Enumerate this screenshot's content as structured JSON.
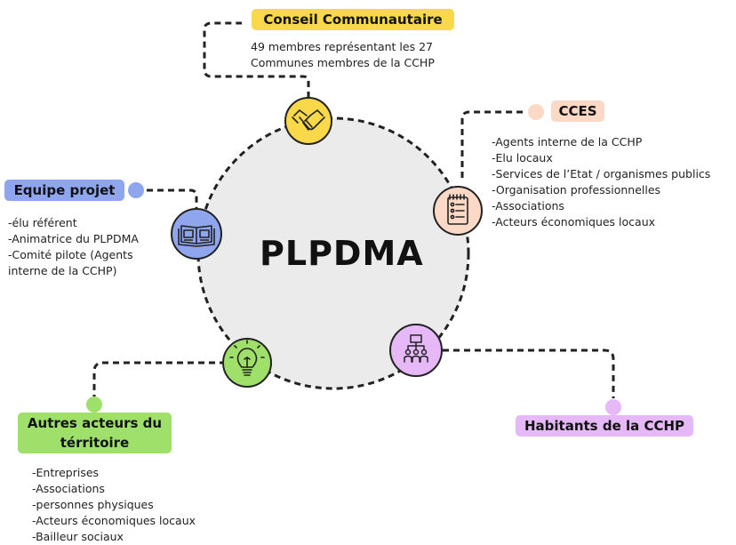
{
  "center": {
    "title": "PLPDMA"
  },
  "nodes": {
    "conseil": {
      "label": "Conseil Communautaire",
      "lines": [
        "49 membres représentant les 27",
        "Communes membres de la CCHP"
      ],
      "icon": "handshake-icon",
      "color": "#f9d84a"
    },
    "cces": {
      "label": "CCES",
      "lines": [
        "-Agents interne de la CCHP",
        "-Elu locaux",
        "-Services de l’Etat / organismes publics",
        "-Organisation professionnelles",
        "-Associations",
        "-Acteurs économiques locaux"
      ],
      "icon": "checklist-icon",
      "color": "#fcd8c6"
    },
    "equipe": {
      "label": "Equipe projet",
      "lines": [
        "-élu référent",
        "-Animatrice du PLPDMA",
        "-Comité pilote (Agents",
        "interne de la CCHP)"
      ],
      "icon": "book-icon",
      "color": "#8fa6ef"
    },
    "autres": {
      "label_line1": "Autres acteurs du",
      "label_line2": "térritoire",
      "lines": [
        "-Entreprises",
        "-Associations",
        "-personnes physiques",
        "-Acteurs économiques locaux",
        "-Bailleur sociaux"
      ],
      "icon": "lightbulb-icon",
      "color": "#9ee06a"
    },
    "habitants": {
      "label": "Habitants de la CCHP",
      "icon": "org-chart-people-icon",
      "color": "#e6b8f7"
    }
  }
}
